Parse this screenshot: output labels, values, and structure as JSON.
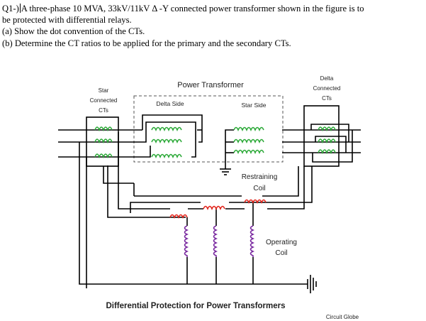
{
  "question": {
    "prefix": "Q1-)",
    "line1": "A three-phase 10 MVA, 33kV/11kV Δ -Y connected power transformer shown in the figure is to",
    "line2": "be protected  with differential relays.",
    "part_a": "(a) Show the dot convention of the CTs.",
    "part_b": " (b) Determine the CT ratios to be applied for the primary and the secondary CTs."
  },
  "figure": {
    "title": "Power Transformer",
    "delta_side": "Delta Side",
    "star_side": "Star Side",
    "star_cts": [
      "Star",
      "Connected",
      "CTs"
    ],
    "delta_cts": [
      "Delta",
      "Connected",
      "CTs"
    ],
    "restraining_coil": [
      "Restraining",
      "Coil"
    ],
    "operating_coil": [
      "Operating",
      "Coil"
    ],
    "caption": "Differential Protection for Power Transformers",
    "watermark": "Circuit Globe",
    "colors": {
      "coil": "#2eaa3a",
      "restraining": "#e2231a",
      "operating": "#7a2aa0",
      "caption": "#c0392b",
      "wire": "#000000"
    }
  }
}
